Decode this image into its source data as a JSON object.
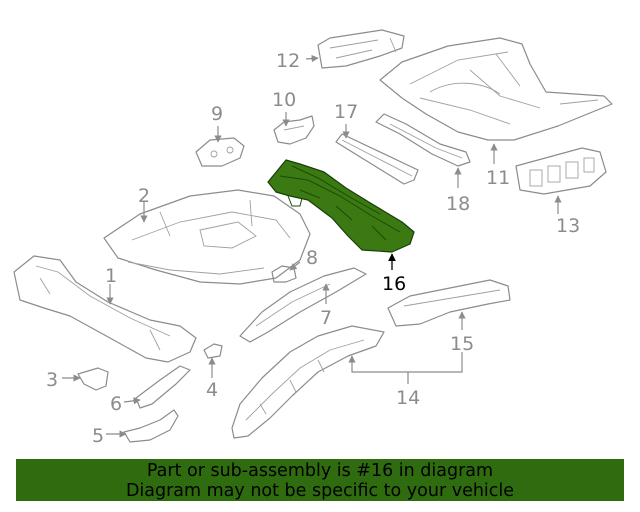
{
  "callouts": {
    "c1": "1",
    "c2": "2",
    "c3": "3",
    "c4": "4",
    "c5": "5",
    "c6": "6",
    "c7": "7",
    "c8": "8",
    "c9": "9",
    "c10": "10",
    "c11": "11",
    "c12": "12",
    "c13": "13",
    "c14": "14",
    "c15": "15",
    "c16": "16",
    "c17": "17",
    "c18": "18"
  },
  "highlighted_part": "16",
  "colors": {
    "highlight": "#3b7a12",
    "banner": "#2f6c10",
    "line": "#8c8c8c"
  },
  "footer": {
    "line1": "Part or sub-assembly is #16 in diagram",
    "line2": "Diagram may not be specific to your vehicle"
  }
}
